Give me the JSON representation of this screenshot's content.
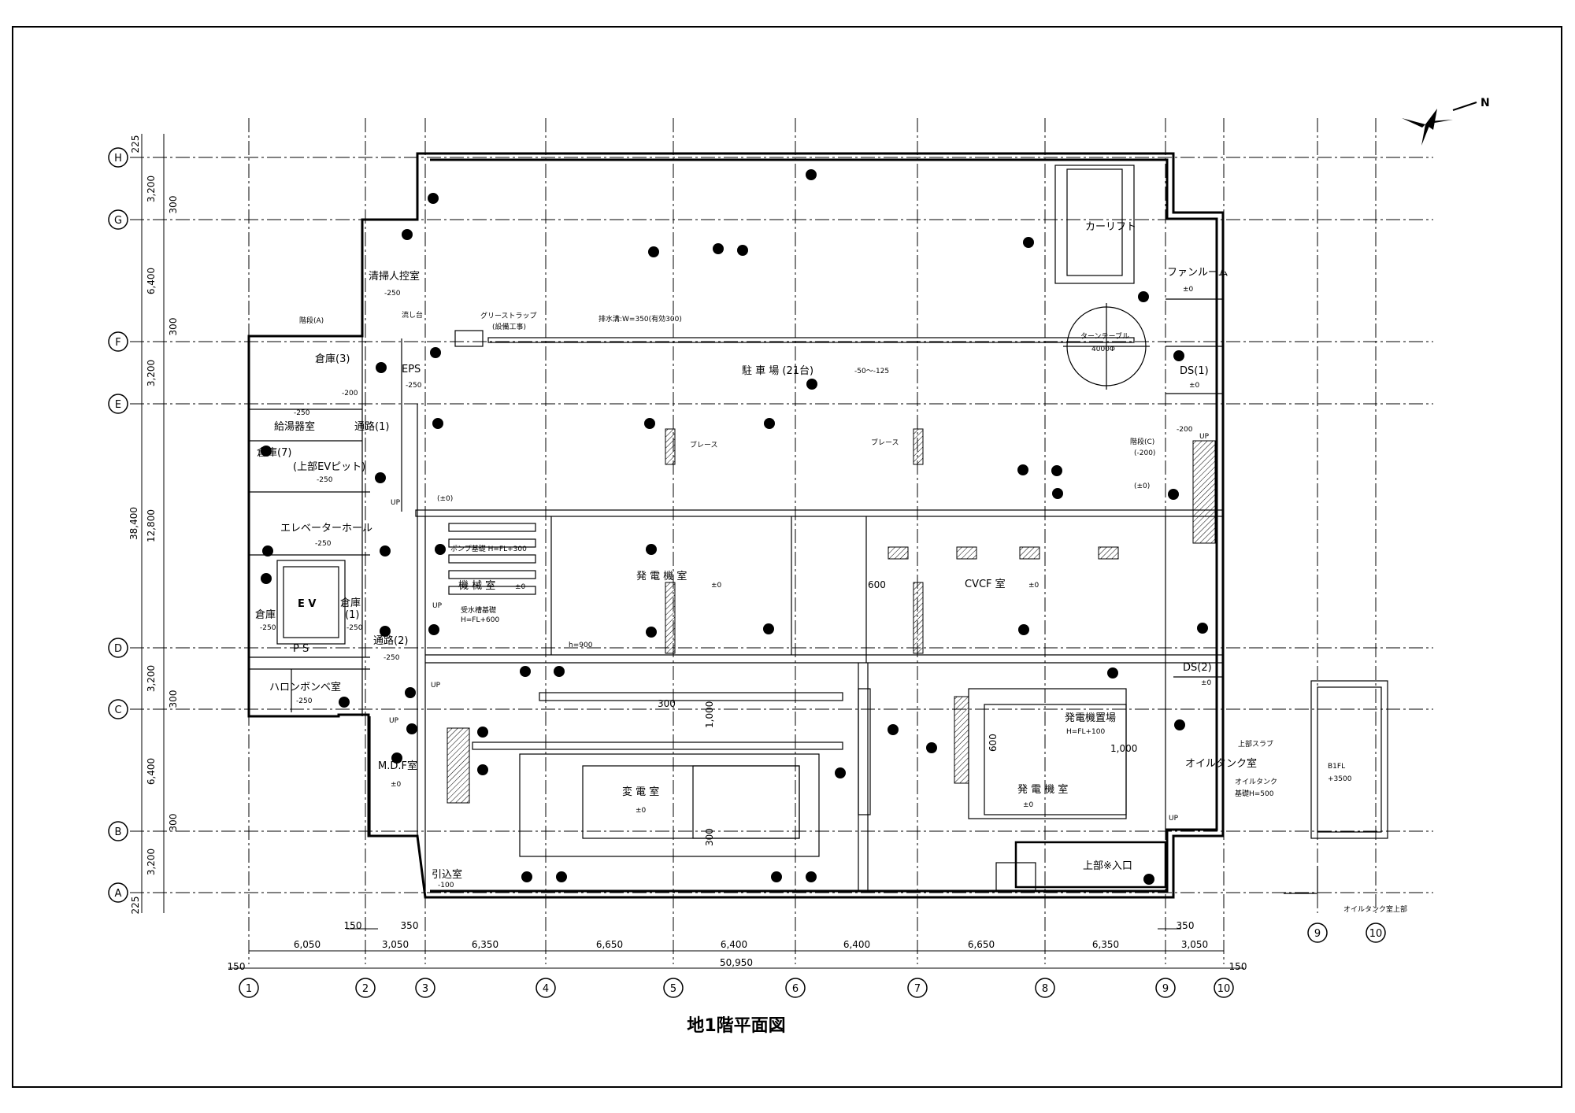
{
  "drawing": {
    "title": "地1階平面図",
    "north": "N"
  },
  "axes": {
    "columns": [
      "1",
      "2",
      "3",
      "4",
      "5",
      "6",
      "7",
      "8",
      "9",
      "10"
    ],
    "rows": [
      "A",
      "B",
      "C",
      "D",
      "E",
      "F",
      "G",
      "H"
    ],
    "annex_columns": [
      "9",
      "10"
    ]
  },
  "dimensions": {
    "column_spans": [
      "6,050",
      "3,050",
      "6,350",
      "6,650",
      "6,400",
      "6,400",
      "6,650",
      "6,350",
      "3,050"
    ],
    "total_width": "50,950",
    "edge_left": "150",
    "edge_right": "150",
    "offset_2": "150",
    "offset_3": "350",
    "offset_9": "350",
    "row_spans": [
      "225",
      "3,200",
      "6,400",
      "3,200",
      "12,800",
      "3,200",
      "6,400",
      "3,200",
      "225"
    ],
    "row_small": [
      "300",
      "300",
      "300",
      "300"
    ],
    "total_height": "38,400",
    "misc": [
      "300",
      "1,000",
      "300",
      "600",
      "1,000",
      "600",
      "h=900"
    ]
  },
  "rooms": {
    "seisou": "清掃人控室",
    "seisou_lvl": "-250",
    "nagashi": "流し台",
    "grease": "グリーストラップ",
    "grease_sub": "(設備工事)",
    "drain": "排水溝:W=350(有効300)",
    "kaidan_a": "階段(A)",
    "souko3": "倉庫(3)",
    "eps": "EPS",
    "eps_lvl": "-250",
    "lvl_200": "-200",
    "lvl_250_a": "-250",
    "kyuto": "給湯器室",
    "tsuro1": "通路(1)",
    "souko7": "倉庫(7)",
    "ev_pit": "(上部EVピット)",
    "ev_pit_lvl": "-250",
    "up1": "UP",
    "pm0_a": "(±0)",
    "ev_hall": "エレベーターホール",
    "ev_hall_lvl": "-250",
    "ev": "E V",
    "souko": "倉庫",
    "souko_lvl": "-250",
    "souko1": "倉庫",
    "souko1_b": "(1)",
    "souko1_lvl": "-250",
    "tsuro2": "通路(2)",
    "tsuro2_lvl": "-250",
    "ps": "P S",
    "halon": "ハロンボンベ室",
    "halon_lvl": "-250",
    "mdf": "M.D.F室",
    "mdf_lvl": "±0",
    "hikikomi": "引込室",
    "hikikomi_lvl": "-100",
    "parking": "駐 車 場 (21台)",
    "parking_lvl": "-50～-125",
    "brace1": "ブレース",
    "brace2": "ブレース",
    "carlift": "カーリフト",
    "turntable": "ターンテーブル",
    "turntable_sub": "4000Φ",
    "fanroom": "ファンルーム",
    "fan_lvl": "±0",
    "ds1": "DS(1)",
    "ds1_lvl": "±0",
    "kaidan_c": "階段(C)",
    "kaidan_c_lvl": "(-200)",
    "kaidan_c_200": "-200",
    "pm0_b": "(±0)",
    "pump": "ポンプ基礎  H=FL+300",
    "kikai": "機 械 室",
    "kikai_lvl": "±0",
    "jusui": "受水槽基礎",
    "jusui_sub": "H=FL+600",
    "hatsuden1": "発 電 機 室",
    "hatsuden1_lvl": "±0",
    "cvcf": "CVCF 室",
    "cvcf_lvl": "±0",
    "henden": "変 電 室",
    "henden_lvl": "±0",
    "hatsuden_okiba": "発電機置場",
    "hatsuden_okiba_sub": "H=FL+100",
    "hatsuden2": "発 電 機 室",
    "hatsuden2_lvl": "±0",
    "ds2": "DS(2)",
    "ds2_lvl": "±0",
    "upper_slab": "上部スラブ",
    "oiltank": "オイルタンク室",
    "oiltank_base": "オイルタンク",
    "oiltank_base_sub": "基礎H=500",
    "upper_entrance": "上部※入口",
    "b1fl": "B1FL",
    "b1fl_lvl": "+3500",
    "oiltank_upper": "オイルタンク室上部",
    "up2": "UP",
    "up3": "UP",
    "up4": "UP",
    "up5": "UP",
    "up6": "UP"
  }
}
